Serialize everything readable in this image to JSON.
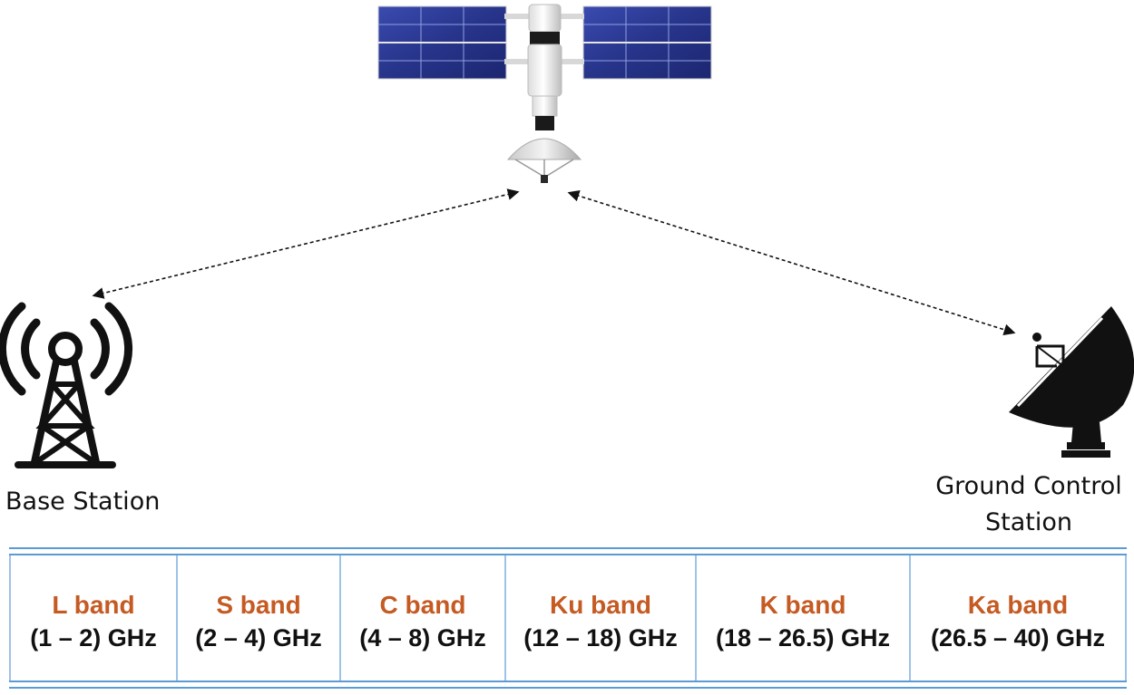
{
  "diagram": {
    "nodes": [
      {
        "id": "satellite",
        "label": ""
      },
      {
        "id": "base-station",
        "label": "Base Station"
      },
      {
        "id": "ground-control",
        "label_lines": [
          "Ground Control",
          "Station"
        ]
      }
    ],
    "links": [
      {
        "from": "satellite",
        "to": "base-station",
        "style": "dashed",
        "direction": "bidirectional"
      },
      {
        "from": "satellite",
        "to": "ground-control",
        "style": "dashed",
        "direction": "bidirectional"
      }
    ],
    "base_station_label": "Base Station",
    "ground_station_label": {
      "line1": "Ground Control",
      "line2": "Station"
    }
  },
  "bands": [
    {
      "name": "L band",
      "range": "(1 – 2) GHz"
    },
    {
      "name": "S band",
      "range": "(2 – 4) GHz"
    },
    {
      "name": "C band",
      "range": "(4 – 8) GHz"
    },
    {
      "name": "Ku band",
      "range": "(12 – 18) GHz"
    },
    {
      "name": "K band",
      "range": "(18 – 26.5) GHz"
    },
    {
      "name": "Ka band",
      "range": "(26.5 – 40) GHz"
    }
  ],
  "colors": {
    "band_name": "#c55a22",
    "table_border": "#5b9bd5",
    "cell_divider": "#9dc3e6",
    "solar_panel": "#2b3a8f",
    "icon_fill": "#111111"
  },
  "icons": [
    "satellite-icon",
    "cell-tower-icon",
    "satellite-dish-icon"
  ]
}
